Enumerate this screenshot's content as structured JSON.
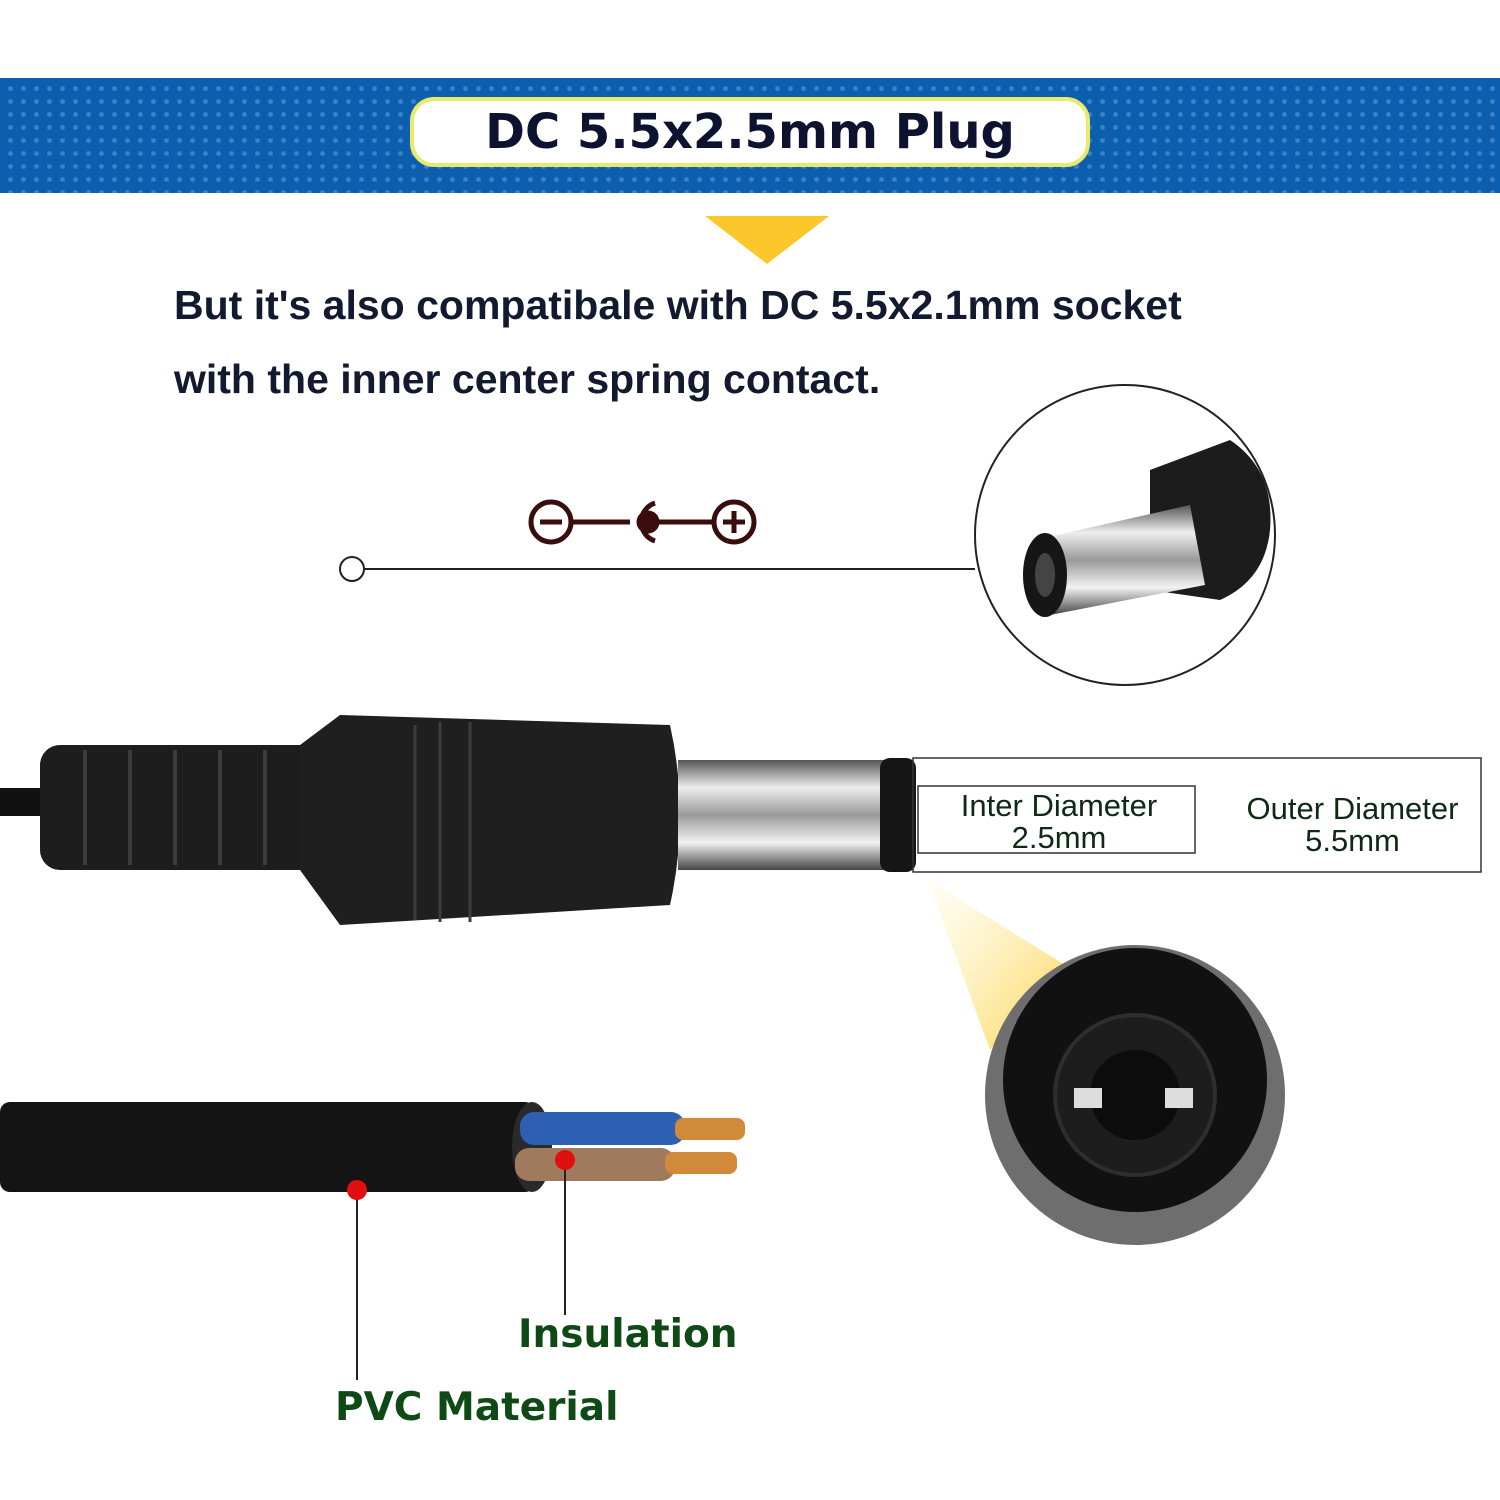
{
  "title": "DC 5.5x2.5mm Plug",
  "subtitle_line1": "But it's also compatibale with DC 5.5x2.1mm socket",
  "subtitle_line2": "with the inner center spring contact.",
  "polarity_symbol": "negative-outer-positive-center",
  "inner_diameter": {
    "label": "Inter Diameter",
    "value": "2.5mm"
  },
  "outer_diameter": {
    "label": "Outer Diameter",
    "value": "5.5mm"
  },
  "callouts": {
    "insulation": "Insulation",
    "pvc": "PVC Material"
  },
  "colors": {
    "banner": "#0b5fae",
    "pill_border": "#e9ea6a",
    "arrow": "#fcc72a",
    "label_green": "#0f4a16",
    "marker_red": "#e01010"
  }
}
